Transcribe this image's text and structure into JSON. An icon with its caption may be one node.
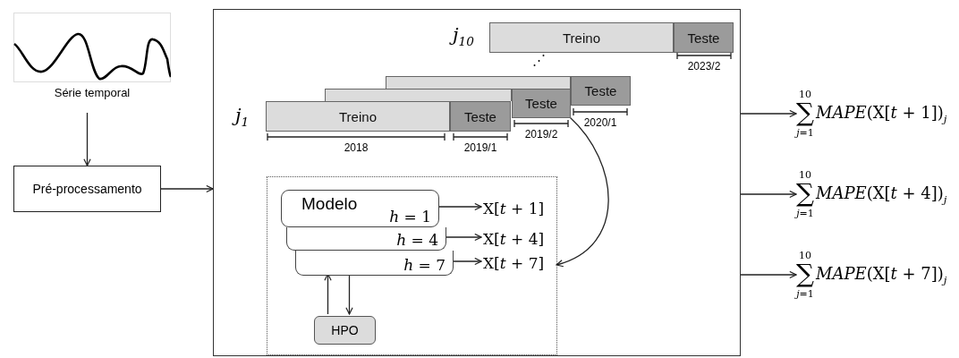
{
  "diagram": {
    "nodes": [
      {
        "text": [],
        "shape": "picture",
        "beside": [
          "Série temporal"
        ]
      },
      {
        "text": [
          "Pré-processamento"
        ]
      },
      {
        "text": [],
        "shape": "box"
      },
      {
        "text": [
          "Treino"
        ],
        "in": 2,
        "beside": [
          "*j*$_{10}$"
        ]
      },
      {
        "text": [
          "Teste"
        ],
        "in": 2
      },
      {
        "text": [],
        "shape": "bar",
        "in": 2
      },
      {
        "text": [
          "Teste"
        ],
        "in": 2
      },
      {
        "text": [],
        "shape": "bar",
        "in": 2
      },
      {
        "text": [
          "Teste"
        ],
        "in": 2
      },
      {
        "text": [
          "Treino"
        ],
        "in": 2,
        "beside": [
          "*j*$_{1}$"
        ]
      },
      {
        "text": [
          "Teste"
        ],
        "in": 2
      },
      {
        "text": [],
        "shape": "box",
        "in": 2
      },
      {
        "text": [
          "Modelo",
          "*h* = 1"
        ],
        "in": 11
      },
      {
        "text": [
          "X[*t* + 1]"
        ],
        "in": 11
      },
      {
        "text": [
          "*h* = 4"
        ],
        "in": 11
      },
      {
        "text": [
          "X[*t* + 4]"
        ],
        "in": 11
      },
      {
        "text": [
          "*h* = 7"
        ],
        "in": 11
      },
      {
        "text": [
          "X[*t* + 7]"
        ],
        "in": 11
      },
      {
        "text": [
          "HPO"
        ],
        "in": 11
      },
      {
        "text": [
          "10",
          "∑",
          "*MAPE*(X[*t* + 1])$_{j}$",
          "*j*=1"
        ]
      },
      {
        "text": [
          "10",
          "∑",
          "*MAPE*(X[*t* + 4])$_{j}$",
          "*j*=1"
        ]
      },
      {
        "text": [
          "10",
          "∑",
          "*MAPE*(X[*t* + 7])$_{j}$",
          "*j*=1"
        ]
      }
    ],
    "edges": [
      {
        "from": 0,
        "to": 1,
        "arrow": "to"
      },
      {
        "from": 1,
        "to": 2,
        "arrow": "to"
      },
      {
        "from": 8,
        "to": 11,
        "arrow": "to"
      },
      {
        "from": 12,
        "to": 13,
        "arrow": "to"
      },
      {
        "from": 14,
        "to": 15,
        "arrow": "to"
      },
      {
        "from": 16,
        "to": 17,
        "arrow": "to"
      },
      {
        "from": 18,
        "to": 16,
        "arrow": "to"
      },
      {
        "from": 16,
        "to": 18,
        "arrow": "to"
      },
      {
        "from": 2,
        "to": 19,
        "arrow": "to"
      },
      {
        "from": 2,
        "to": 20,
        "arrow": "to"
      },
      {
        "from": 2,
        "to": 21,
        "arrow": "to"
      }
    ],
    "labels": [
      "⋰",
      "2023/2",
      "2020/1",
      "2019/2",
      "2018",
      "2019/1"
    ]
  }
}
